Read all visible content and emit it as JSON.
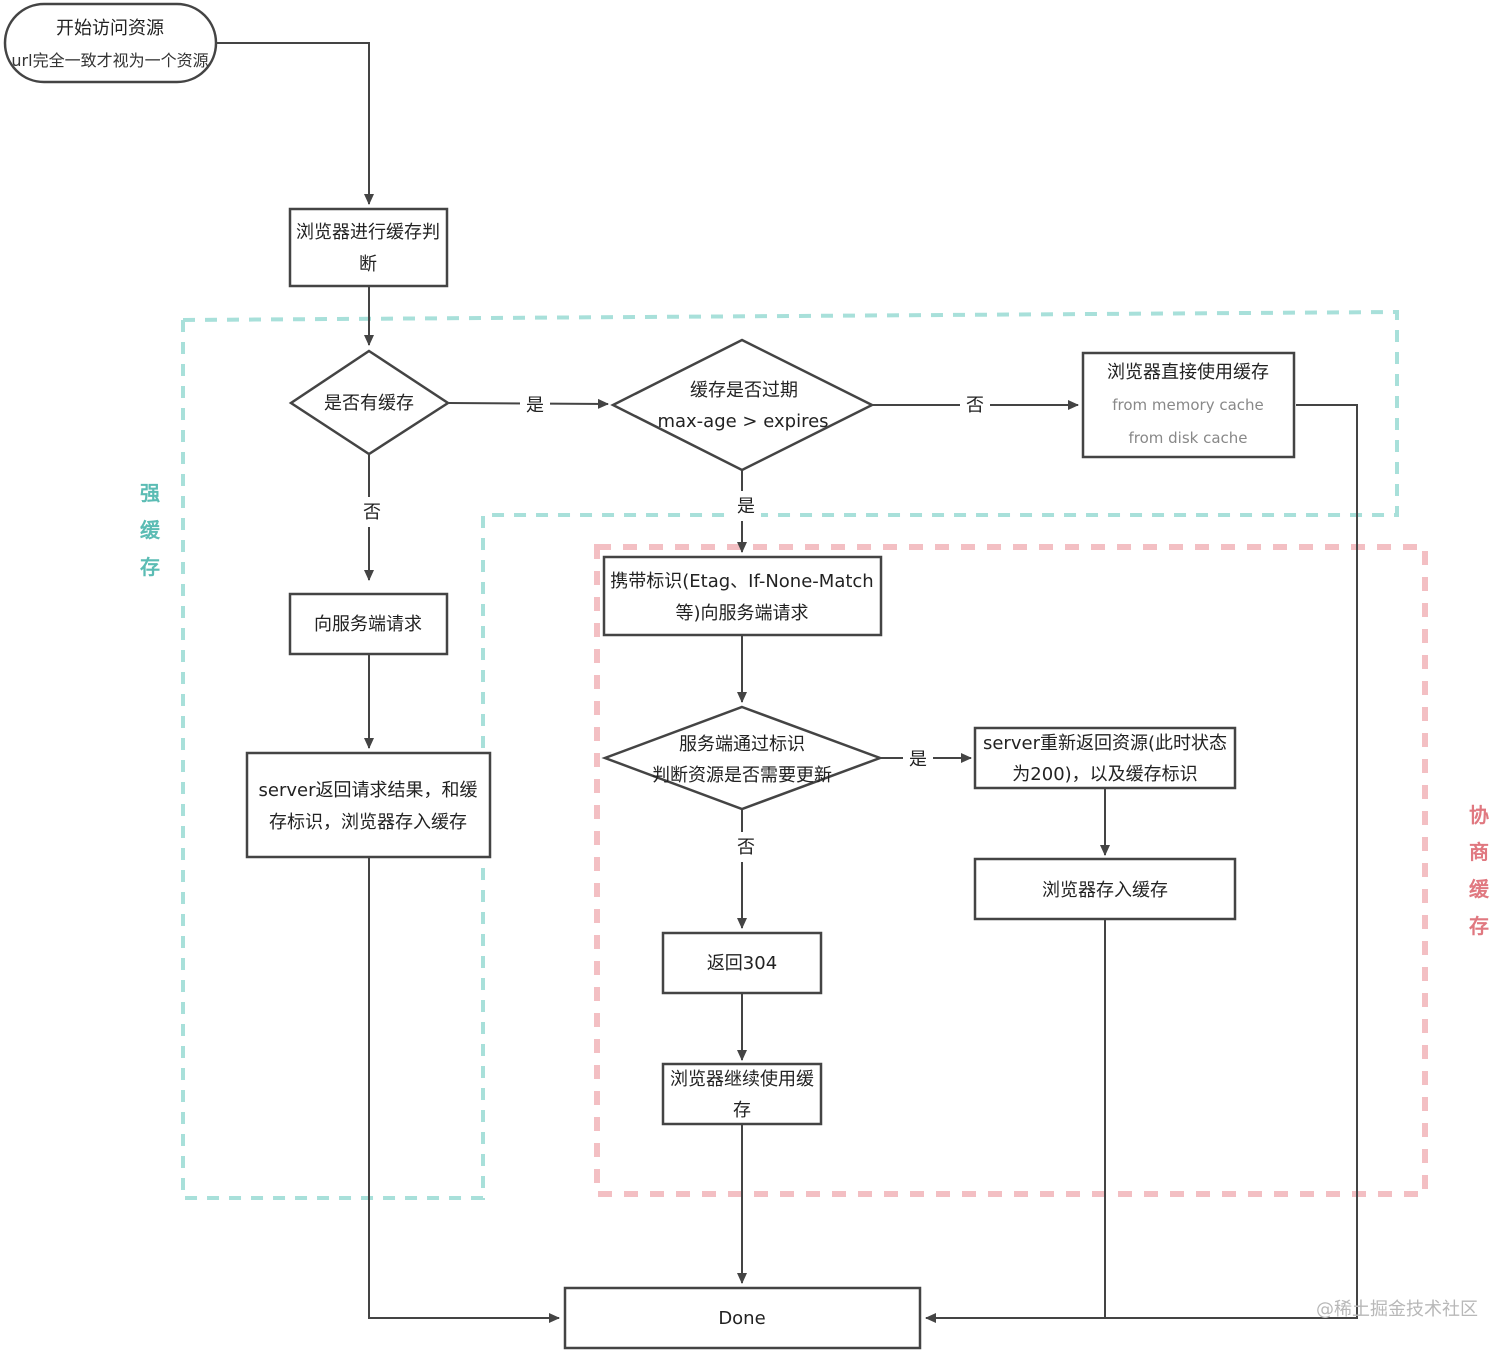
{
  "regions": {
    "strong_cache": {
      "label_chars": [
        "强",
        "缓",
        "存"
      ],
      "color": "#8fd6cf"
    },
    "negotiated_cache": {
      "label_chars": [
        "协",
        "商",
        "缓",
        "存"
      ],
      "color": "#f0b3b8"
    }
  },
  "nodes": {
    "start": {
      "line1": "开始访问资源",
      "line2": "url完全一致才视为一个资源"
    },
    "cache_judge": {
      "line1": "浏览器进行缓存判",
      "line2": "断"
    },
    "has_cache": {
      "label": "是否有缓存"
    },
    "expired": {
      "line1": "缓存是否过期",
      "line2": "max-age > expires"
    },
    "use_cache": {
      "line1": "浏览器直接使用缓存",
      "line2": "from memory cache",
      "line3": "from disk cache"
    },
    "request_server": {
      "label": "向服务端请求"
    },
    "server_return": {
      "line1": "server返回请求结果，和缓",
      "line2": "存标识，浏览器存入缓存"
    },
    "carry_tag": {
      "line1": "携带标识(Etag、If-None-Match",
      "line2": "等)向服务端请求"
    },
    "server_check": {
      "line1": "服务端通过标识",
      "line2": "判断资源是否需要更新"
    },
    "server_resend": {
      "line1": "server重新返回资源(此时状态",
      "line2": "为200)，以及缓存标识"
    },
    "store_cache": {
      "label": "浏览器存入缓存"
    },
    "return_304": {
      "label": "返回304"
    },
    "continue_cache": {
      "line1": "浏览器继续使用缓",
      "line2": "存"
    },
    "done": {
      "label": "Done"
    }
  },
  "edge_labels": {
    "has_cache_yes": "是",
    "has_cache_no": "否",
    "expired_no": "否",
    "expired_yes": "是",
    "check_yes": "是",
    "check_no": "否"
  },
  "watermark": "@稀土掘金技术社区"
}
